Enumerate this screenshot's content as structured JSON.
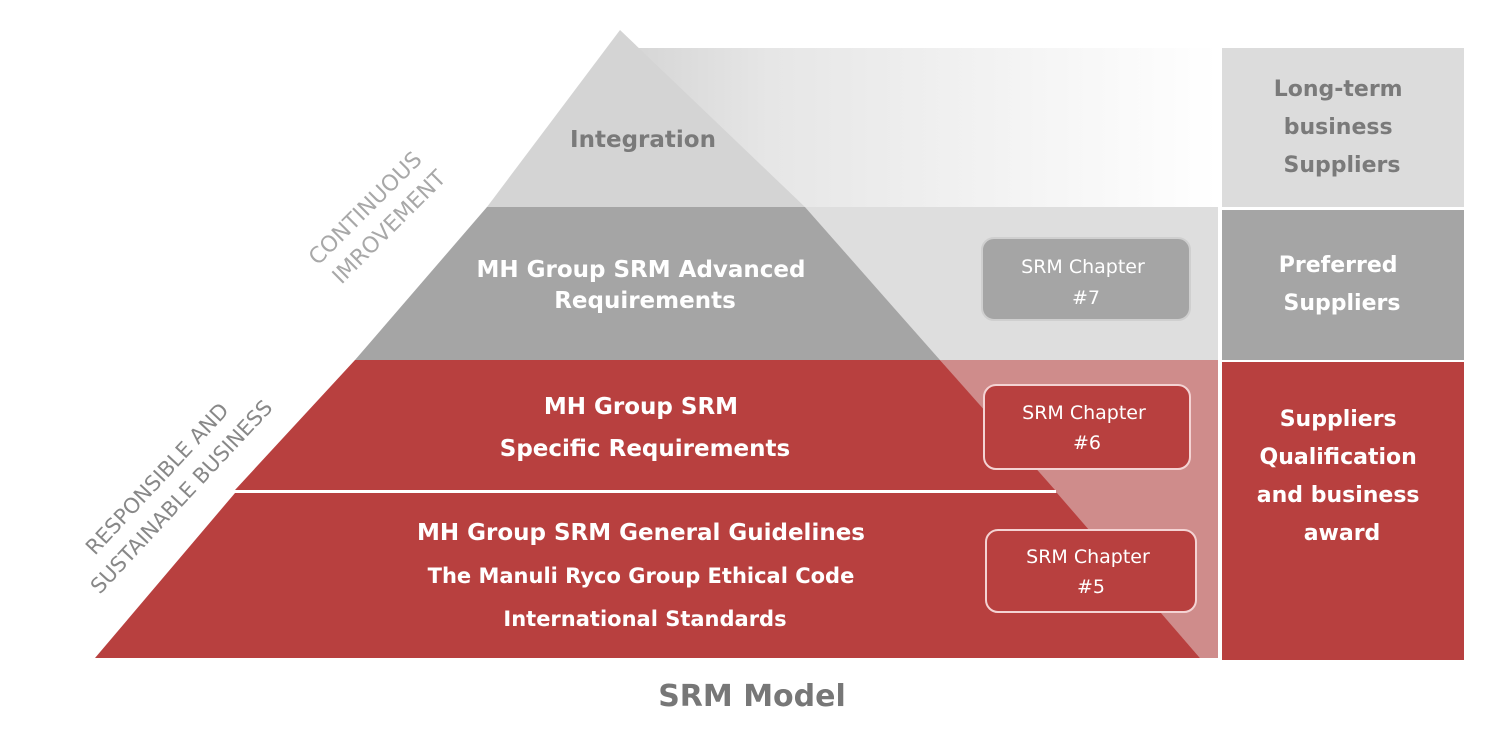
{
  "pyramid": {
    "tiers": [
      {
        "lines": [
          "Integration"
        ],
        "color": "#d4d4d4"
      },
      {
        "lines": [
          "MH Group SRM Advanced",
          "Requirements"
        ],
        "color": "#a5a5a5"
      },
      {
        "lines": [
          "MH Group SRM",
          "Specific Requirements"
        ],
        "color": "#b8403f"
      },
      {
        "lines": [
          "MH Group SRM General Guidelines",
          "The Manuli Ryco Group Ethical Code",
          "International Standards"
        ],
        "color": "#b8403f"
      }
    ]
  },
  "chapters": [
    {
      "lines": [
        "SRM Chapter",
        "#7"
      ]
    },
    {
      "lines": [
        "SRM Chapter",
        "#6"
      ]
    },
    {
      "lines": [
        "SRM Chapter",
        "#5"
      ]
    }
  ],
  "supplier_levels": [
    {
      "lines": [
        "Long-term",
        "business",
        "Suppliers"
      ],
      "color": "#dcdcdc"
    },
    {
      "lines": [
        "Preferred",
        "Suppliers"
      ],
      "color": "#a5a5a5"
    },
    {
      "lines": [
        "Suppliers",
        "Qualification",
        "and business",
        "award"
      ],
      "color": "#b8403f"
    }
  ],
  "side_labels": {
    "upper": [
      "CONTINUOUS",
      "IMROVEMENT"
    ],
    "lower": [
      "RESPONSIBLE AND",
      "SUSTAINABLE BUSINESS"
    ]
  },
  "caption": "SRM Model"
}
